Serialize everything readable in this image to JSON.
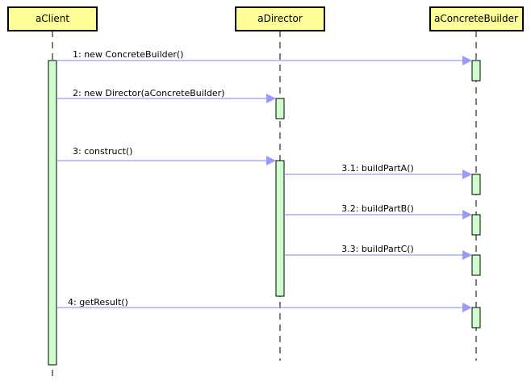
{
  "colors": {
    "header_fill": "#ffff99",
    "activation_fill": "#ccffcc",
    "message_line": "#8080ff",
    "arrowhead": "#9999ff",
    "lifeline": "#000000",
    "text": "#000000"
  },
  "participants": [
    {
      "id": "client",
      "label": "aClient"
    },
    {
      "id": "director",
      "label": "aDirector"
    },
    {
      "id": "builder",
      "label": "aConcreteBuilder"
    }
  ],
  "messages": [
    {
      "label": "1: new ConcreteBuilder()",
      "from": "client",
      "to": "builder"
    },
    {
      "label": "2: new Director(aConcreteBuilder)",
      "from": "client",
      "to": "director"
    },
    {
      "label": "3: construct()",
      "from": "client",
      "to": "director"
    },
    {
      "label": "3.1: buildPartA()",
      "from": "director",
      "to": "builder"
    },
    {
      "label": "3.2: buildPartB()",
      "from": "director",
      "to": "builder"
    },
    {
      "label": "3.3: buildPartC()",
      "from": "director",
      "to": "builder"
    },
    {
      "label": "4: getResult()",
      "from": "client",
      "to": "builder"
    }
  ]
}
